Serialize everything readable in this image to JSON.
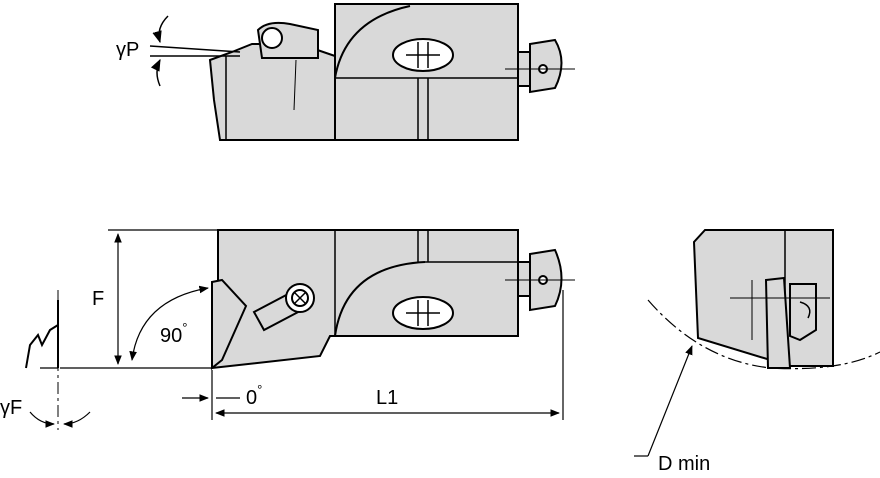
{
  "labels": {
    "gamma_p": "γP",
    "gamma_f": "γF",
    "f": "F",
    "angle_90": "90",
    "angle_0": "0",
    "degree": "°",
    "l1": "L1",
    "d_min": "D min"
  },
  "colors": {
    "body_fill": "#d9d9d9",
    "stroke": "#000000",
    "background": "#ffffff"
  }
}
